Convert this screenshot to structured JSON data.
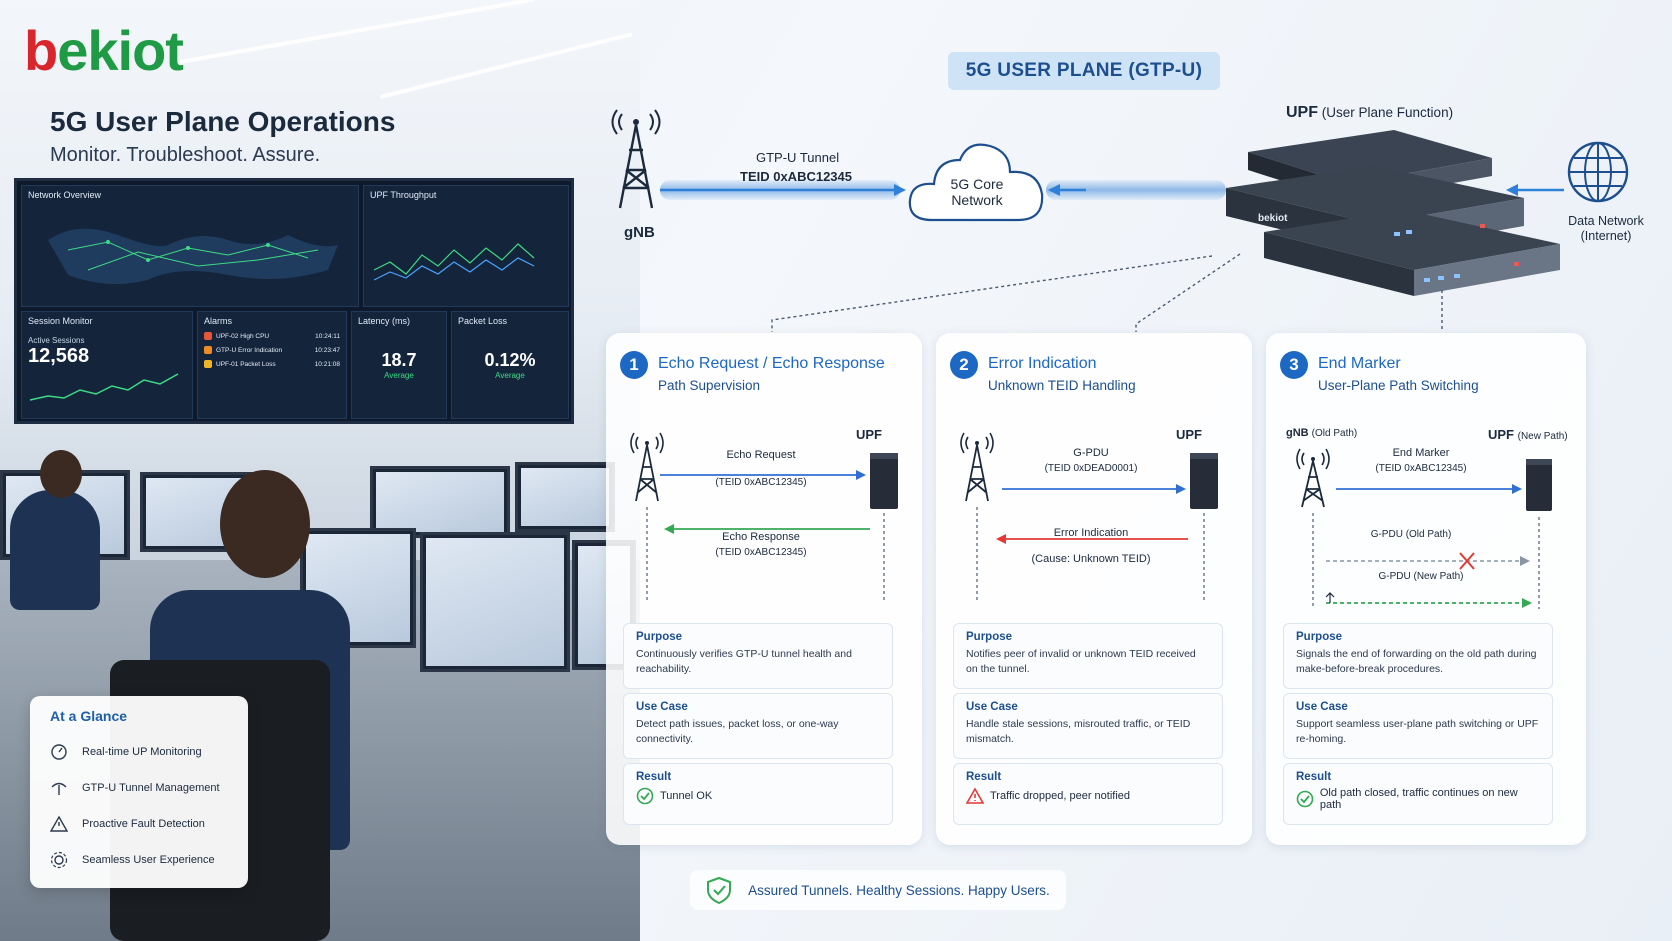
{
  "brand": {
    "logo_prefix": "b",
    "logo_rest": "ekiot"
  },
  "page": {
    "title": "5G User Plane Operations",
    "subtitle": "Monitor. Troubleshoot. Assure."
  },
  "video_wall": {
    "network_overview": "Network Overview",
    "upf_throughput": "UPF Throughput",
    "session_monitor": "Session Monitor",
    "active_sessions_label": "Active Sessions",
    "active_sessions_value": "12,568",
    "alarms_title": "Alarms",
    "alarms": [
      {
        "text": "UPF-02 High CPU",
        "time": "10:24:11",
        "color": "#e8553d"
      },
      {
        "text": "GTP-U Error Indication",
        "time": "10:23:47",
        "color": "#f08a24"
      },
      {
        "text": "UPF-01 Packet Loss",
        "time": "10:21:08",
        "color": "#f0b429"
      }
    ],
    "latency_title": "Latency (ms)",
    "latency_value": "18.7",
    "latency_sub": "Average",
    "packet_loss_title": "Packet Loss",
    "packet_loss_value": "0.12%",
    "packet_loss_sub": "Average"
  },
  "glance": {
    "title": "At a Glance",
    "items": [
      {
        "label": "Real-time UP Monitoring",
        "icon": "gauge-icon"
      },
      {
        "label": "GTP-U Tunnel Management",
        "icon": "tunnel-icon"
      },
      {
        "label": "Proactive Fault Detection",
        "icon": "warning-icon"
      },
      {
        "label": "Seamless User Experience",
        "icon": "gear-icon"
      }
    ]
  },
  "diagram": {
    "header": "5G USER PLANE (GTP-U)",
    "gnb": "gNB",
    "tunnel_label": "GTP-U Tunnel",
    "tunnel_teid": "TEID  0xABC12345",
    "core_line1": "5G Core",
    "core_line2": "Network",
    "upf_bold": "UPF",
    "upf_desc": "(User Plane Function)",
    "upf_brand": "bekiot",
    "data_network_line1": "Data Network",
    "data_network_line2": "(Internet)"
  },
  "cards": [
    {
      "num": "1",
      "title": "Echo Request / Echo Response",
      "subtitle": "Path Supervision",
      "upf": "UPF",
      "msg1": "Echo Request",
      "msg1_sub": "(TEID 0xABC12345)",
      "msg2": "Echo Response",
      "msg2_sub": "(TEID 0xABC12345)",
      "purpose_title": "Purpose",
      "purpose": "Continuously verifies GTP-U tunnel health and reachability.",
      "usecase_title": "Use Case",
      "usecase": "Detect path issues, packet loss, or one-way connectivity.",
      "result_title": "Result",
      "result": "Tunnel OK"
    },
    {
      "num": "2",
      "title": "Error Indication",
      "subtitle": "Unknown TEID Handling",
      "upf": "UPF",
      "msg1": "G-PDU",
      "msg1_sub": "(TEID 0xDEAD0001)",
      "msg2": "Error Indication",
      "msg2_sub": "(Cause: Unknown TEID)",
      "purpose_title": "Purpose",
      "purpose": "Notifies peer of invalid or unknown TEID received on the tunnel.",
      "usecase_title": "Use Case",
      "usecase": "Handle stale sessions, misrouted traffic, or TEID mismatch.",
      "result_title": "Result",
      "result": "Traffic dropped, peer notified"
    },
    {
      "num": "3",
      "title": "End Marker",
      "subtitle": "User-Plane Path Switching",
      "gnb": "gNB",
      "gnb_sub": "(Old Path)",
      "upf": "UPF",
      "upf_sub": "(New Path)",
      "msg1": "End Marker",
      "msg1_sub": "(TEID 0xABC12345)",
      "msg2": "G-PDU (Old Path)",
      "msg3": "G-PDU (New Path)",
      "purpose_title": "Purpose",
      "purpose": "Signals the end of forwarding on the old path during make-before-break procedures.",
      "usecase_title": "Use Case",
      "usecase": "Support seamless user-plane path switching or UPF re-homing.",
      "result_title": "Result",
      "result": "Old path closed, traffic continues on new path"
    }
  ],
  "footer": {
    "text": "Assured Tunnels. Healthy Sessions. Happy Users."
  },
  "colors": {
    "brand_green": "#1f9a45",
    "brand_red": "#d8262c",
    "accent_blue": "#1d68c2",
    "arrow_green": "#34a853",
    "arrow_red": "#e53935"
  }
}
